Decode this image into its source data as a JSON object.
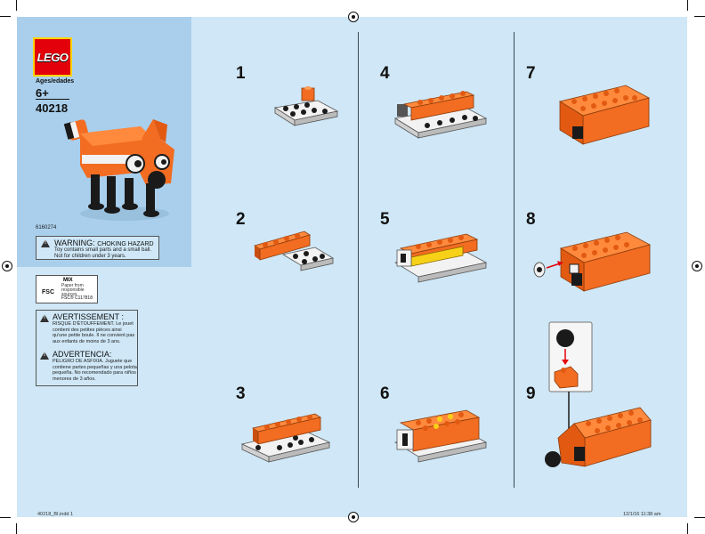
{
  "brand": {
    "logo_text": "LEGO"
  },
  "product": {
    "ages_label": "Ages/edades",
    "age": "6+",
    "set_number": "40218",
    "item_code": "6160274"
  },
  "warning_en": {
    "title": "WARNING:",
    "hazard": "CHOKING HAZARD",
    "text": "Toy contains small parts and a small ball. Not for children under 3 years."
  },
  "fsc": {
    "logo": "FSC",
    "mix": "MIX",
    "paper": "Paper from responsible sources",
    "code": "FSC® C117818"
  },
  "warning_fr": {
    "title": "AVERTISSEMENT :",
    "text": "RISQUE D'ÉTOUFFEMENT. Le jouet contient des petites pièces ainsi qu'une petite boule. Il ne convient pas aux enfants de moins de 3 ans."
  },
  "warning_es": {
    "title": "ADVERTENCIA:",
    "text": "PELIGRO DE ASFIXIA. Juguete que contiene partes pequeñas y una pelota pequeña. No recomendado para niños menores de 3 años."
  },
  "steps": [
    "1",
    "2",
    "3",
    "4",
    "5",
    "6",
    "7",
    "8",
    "9"
  ],
  "footer": {
    "left": "40218_BI.indd   1",
    "right": "12/1/16   11:38 am"
  },
  "colors": {
    "background": "#cfe7f6",
    "panel": "#a9cfec",
    "orange": "#f26c21",
    "yellow": "#f7d117",
    "white_brick": "#f2f2f2",
    "black": "#1a1a1a",
    "logo_red": "#e3000b"
  }
}
